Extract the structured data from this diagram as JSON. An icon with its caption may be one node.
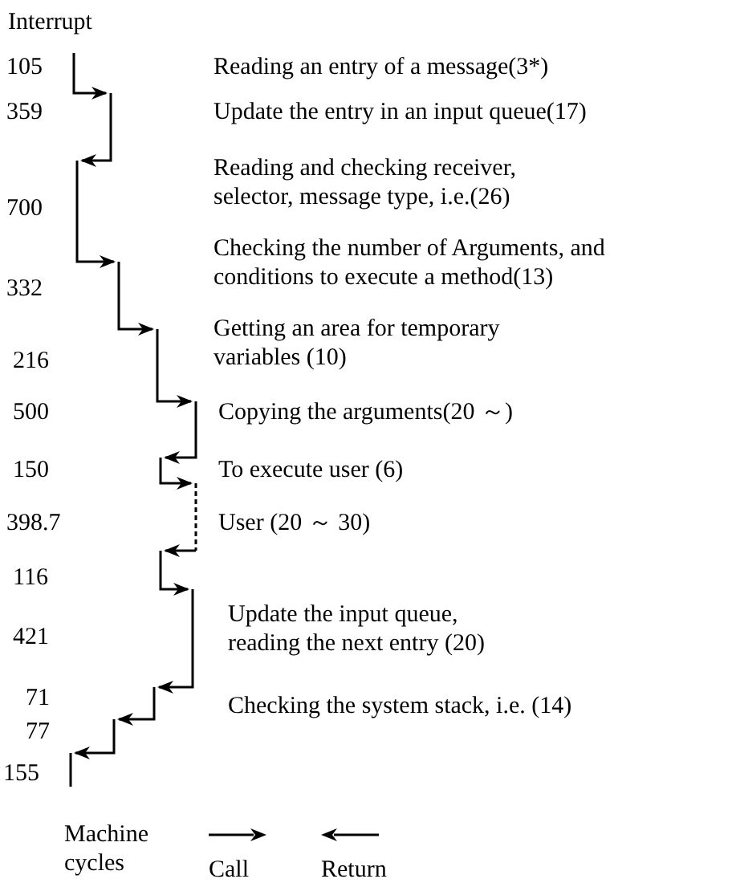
{
  "diagram": {
    "labels": [
      "Interrupt",
      "105",
      "Reading an entry of a message(3*)",
      "359",
      "Update the entry in an input queue(17)",
      "700",
      "Reading and checking receiver, selector, message type, i.e.(26)",
      "332",
      "Checking the number of Arguments, and conditions to execute a method(13)",
      "216",
      "Getting an area for temporary variables (10)",
      "500",
      "Copying the arguments(20 ～)",
      "150",
      "To execute user (6)",
      "398.7",
      "User (20 ～ 30)",
      "116",
      "421",
      "Update the input queue, reading the next entry (20)",
      "71",
      "77",
      "Checking the system stack, i.e. (14)",
      "155",
      "Machine cycles"
    ],
    "legend": [
      {
        "text": "Call"
      },
      {
        "text": "Return"
      }
    ]
  }
}
